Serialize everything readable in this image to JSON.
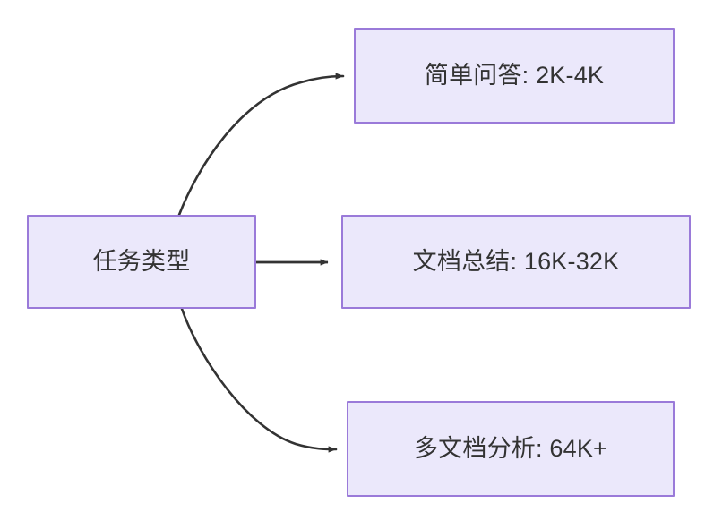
{
  "diagram": {
    "type": "flowchart",
    "direction": "left-to-right",
    "background_color": "#ffffff",
    "node_fill_color": "#ebe8fb",
    "node_border_color": "#9a7ad9",
    "node_text_color": "#333333",
    "edge_color": "#333333",
    "nodes": [
      {
        "id": "root",
        "label": "任务类型"
      },
      {
        "id": "simple-qa",
        "label": "简单问答: 2K-4K"
      },
      {
        "id": "doc-sum",
        "label": "文档总结: 16K-32K"
      },
      {
        "id": "multi-doc",
        "label": "多文档分析: 64K+"
      }
    ],
    "edges": [
      {
        "id": "edge-root-simple-qa",
        "from": "root",
        "to": "simple-qa",
        "style": "curved",
        "arrowhead": "solid-triangle",
        "label": ""
      },
      {
        "id": "edge-root-doc-sum",
        "from": "root",
        "to": "doc-sum",
        "style": "straight",
        "arrowhead": "solid-triangle",
        "label": ""
      },
      {
        "id": "edge-root-multi-doc",
        "from": "root",
        "to": "multi-doc",
        "style": "curved",
        "arrowhead": "solid-triangle",
        "label": ""
      }
    ]
  }
}
